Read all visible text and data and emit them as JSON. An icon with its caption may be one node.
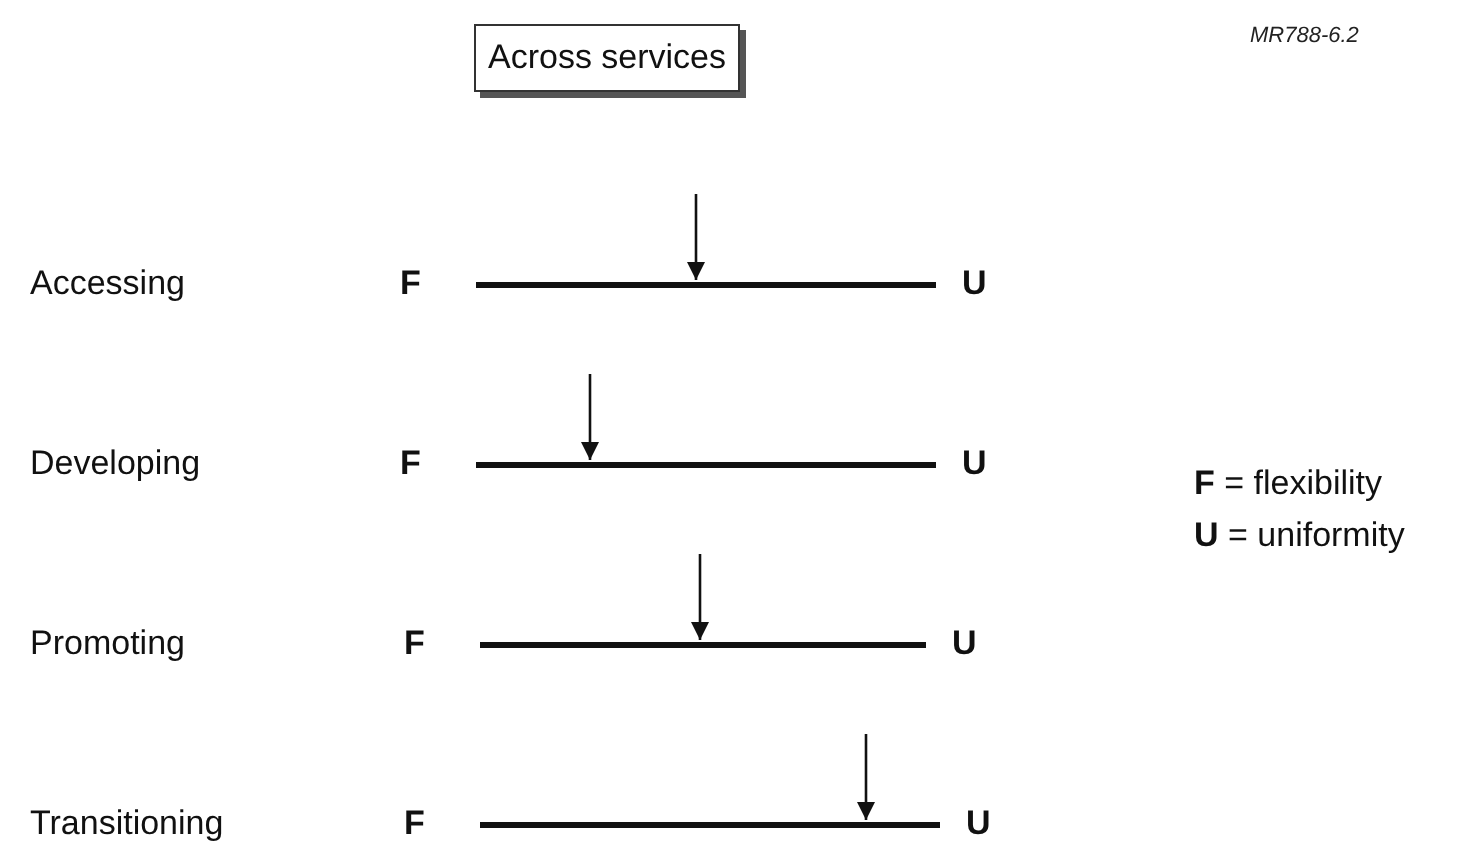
{
  "diagram": {
    "nodes": [
      {
        "text": [
          "Across services"
        ]
      },
      {
        "text": [],
        "shape": "bar",
        "beside": [
          "F",
          "U"
        ]
      },
      {
        "text": [],
        "shape": "bar",
        "beside": [
          "F",
          "U"
        ]
      },
      {
        "text": [],
        "shape": "bar",
        "beside": [
          "F",
          "U"
        ]
      },
      {
        "text": [],
        "shape": "bar",
        "beside": [
          "F",
          "U"
        ]
      }
    ],
    "edges": [
      {
        "from": null,
        "to": 1,
        "arrow": "to"
      },
      {
        "from": null,
        "to": 2,
        "arrow": "to"
      },
      {
        "from": null,
        "to": 3,
        "arrow": "to"
      },
      {
        "from": null,
        "to": 4,
        "arrow": "to"
      }
    ],
    "labels": [
      "MR788-6.2",
      "Accessing",
      "Developing",
      "Promoting",
      "Transitioning",
      "**F** = flexibility",
      "**U** = uniformity"
    ]
  }
}
